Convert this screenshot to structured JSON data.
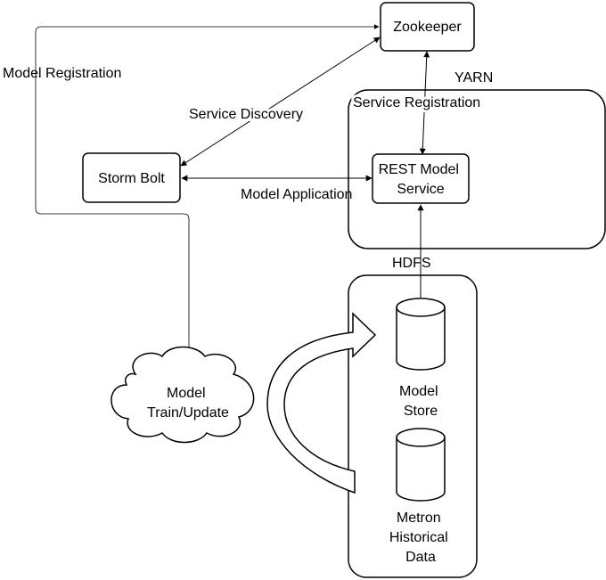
{
  "nodes": {
    "zookeeper": "Zookeeper",
    "yarn": "YARN",
    "storm_bolt": "Storm Bolt",
    "rest_model_service": [
      "REST Model",
      "Service"
    ],
    "hdfs": "HDFS",
    "model_store": [
      "Model",
      "Store"
    ],
    "metron_historical_data": [
      "Metron",
      "Historical",
      "Data"
    ],
    "model_train_update": [
      "Model",
      "Train/Update"
    ]
  },
  "edges": {
    "model_registration": "Model Registration",
    "service_discovery": "Service Discovery",
    "service_registration": "Service Registration",
    "model_application": "Model Application"
  }
}
